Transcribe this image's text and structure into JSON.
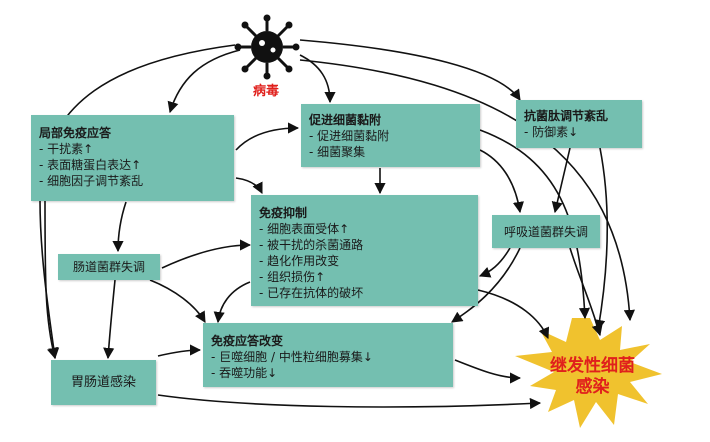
{
  "virus": {
    "label": "病毒",
    "icon": "virus-icon",
    "color": "#e0201c"
  },
  "boxes": {
    "local_immune": {
      "title": "局部免疫应答",
      "items": [
        "- 干扰素↑",
        "- 表面糖蛋白表达↑",
        "- 细胞因子调节紊乱"
      ]
    },
    "adhesion": {
      "title": "促进细菌黏附",
      "items": [
        "- 促进细菌黏附",
        "- 细菌聚集"
      ]
    },
    "amp": {
      "title": "抗菌肽调节紊乱",
      "items": [
        "- 防御素↓"
      ]
    },
    "immunosuppression": {
      "title": "免疫抑制",
      "items": [
        "- 细胞表面受体↑",
        "- 被干扰的杀菌通路",
        "- 趋化作用改变",
        "- 组织损伤↑",
        "- 已存在抗体的破坏"
      ]
    },
    "resp_dysbiosis": {
      "label": "呼吸道菌群失调"
    },
    "gut_dysbiosis": {
      "label": "肠道菌群失调"
    },
    "immune_change": {
      "title": "免疫应答改变",
      "items": [
        "- 巨噬细胞 / 中性粒细胞募集↓",
        "- 吞噬功能↓"
      ]
    },
    "gi_infection": {
      "label": "胃肠道感染"
    }
  },
  "outcome": {
    "line1": "继发性细菌",
    "line2": "感染",
    "fill": "#f0c22e",
    "text_color": "#e0201c"
  },
  "colors": {
    "box": "#74bfb0"
  }
}
